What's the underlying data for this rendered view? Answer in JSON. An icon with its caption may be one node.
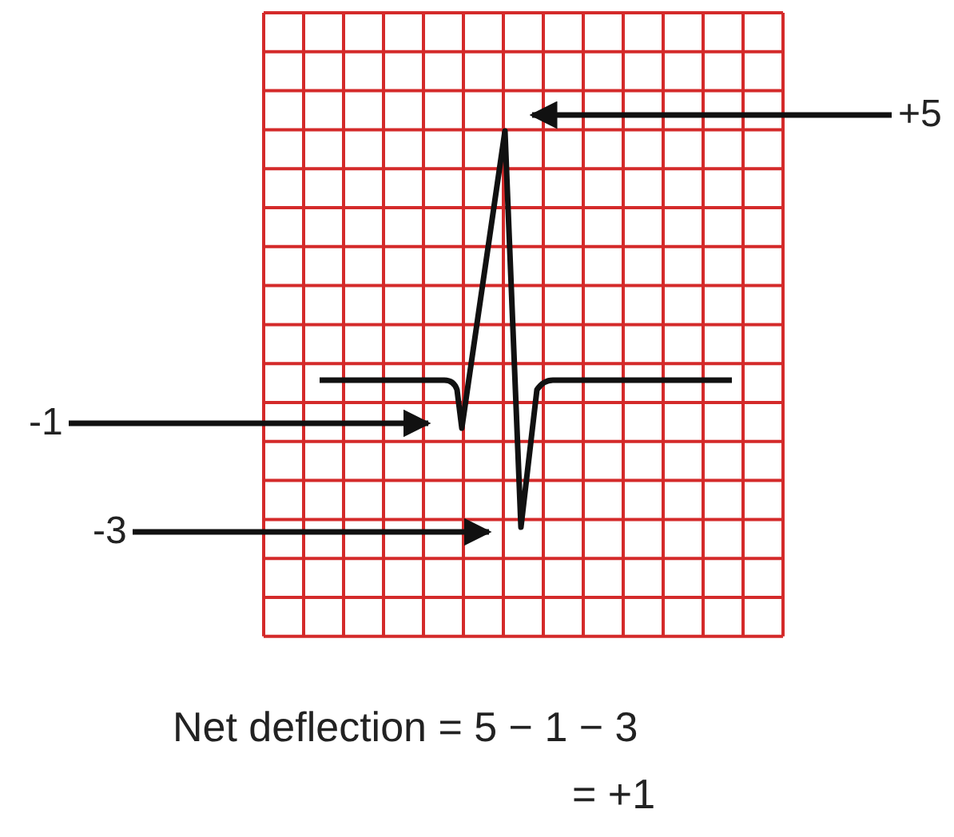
{
  "diagram": {
    "nodes": [
      {
        "text": [
          "+5"
        ]
      },
      {
        "text": [
          "-1"
        ]
      },
      {
        "text": [
          "-3"
        ]
      }
    ],
    "edges": [
      {
        "from": 0,
        "to": null,
        "arrow": "to"
      },
      {
        "from": 1,
        "to": null,
        "arrow": "to"
      },
      {
        "from": 2,
        "to": null,
        "arrow": "to"
      }
    ],
    "labels": [
      "Net deflection = 5 − 1 − 3",
      "= +1"
    ]
  }
}
